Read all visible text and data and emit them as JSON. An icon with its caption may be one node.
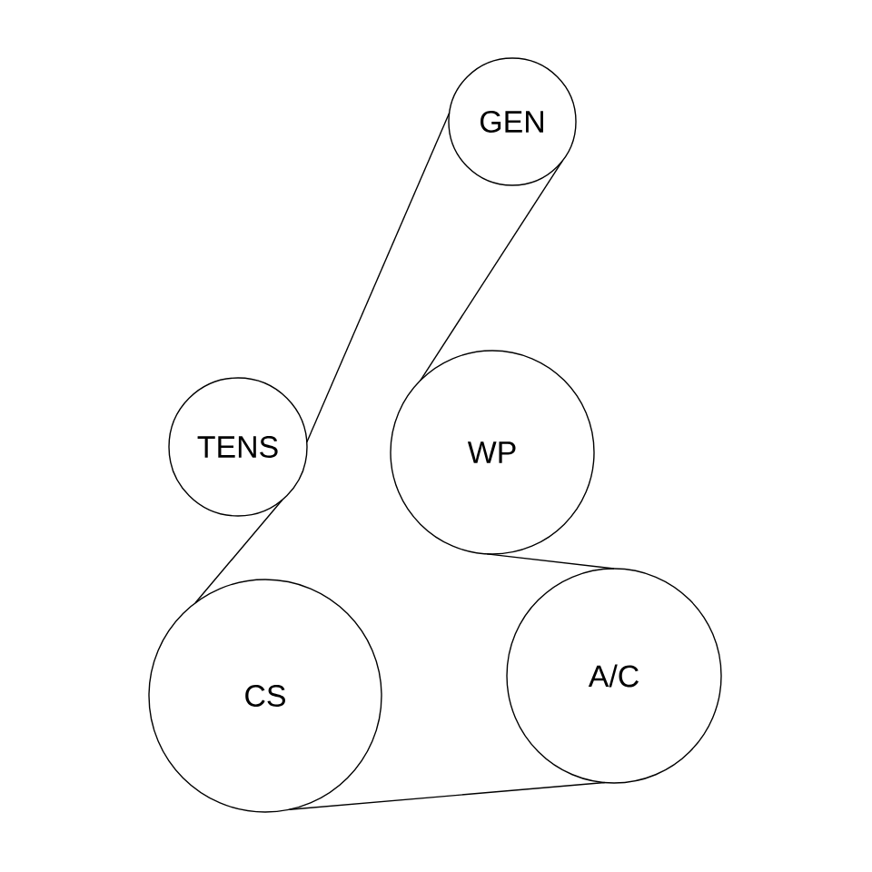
{
  "diagram": {
    "nodes": [
      {
        "text": [
          "GEN"
        ]
      },
      {
        "text": [
          "TENS"
        ]
      },
      {
        "text": [
          "WP"
        ]
      },
      {
        "text": [
          "CS"
        ]
      },
      {
        "text": [
          "A/C"
        ]
      }
    ],
    "edges": [
      {
        "from": 0,
        "to": 2,
        "arrow": "none"
      },
      {
        "from": 2,
        "to": 4,
        "arrow": "none"
      },
      {
        "from": 4,
        "to": 3,
        "arrow": "none"
      },
      {
        "from": 3,
        "to": 1,
        "arrow": "none"
      },
      {
        "from": 1,
        "to": 0,
        "arrow": "none"
      }
    ]
  }
}
